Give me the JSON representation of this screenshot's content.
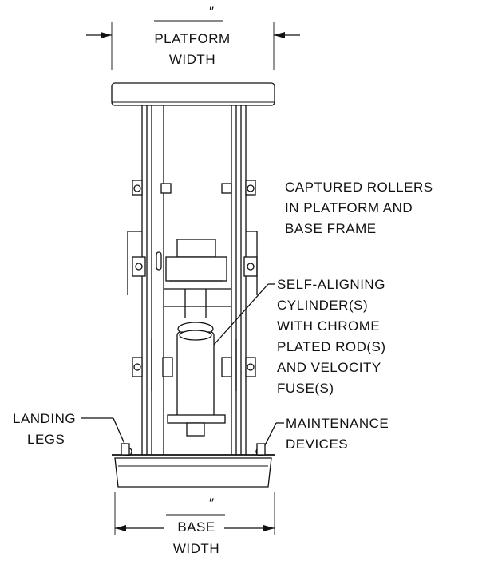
{
  "labels": {
    "platform_width_mark": "″",
    "platform_width_line1": "PLATFORM",
    "platform_width_line2": "WIDTH",
    "rollers_line1": "CAPTURED ROLLERS",
    "rollers_line2": "IN PLATFORM AND",
    "rollers_line3": "BASE FRAME",
    "cylinder_line1": "SELF-ALIGNING",
    "cylinder_line2": "CYLINDER(S)",
    "cylinder_line3": "WITH CHROME",
    "cylinder_line4": "PLATED ROD(S)",
    "cylinder_line5": "AND VELOCITY",
    "cylinder_line6": "FUSE(S)",
    "landing_line1": "LANDING",
    "landing_line2": "LEGS",
    "maint_line1": "MAINTENANCE",
    "maint_line2": "DEVICES",
    "base_width_mark": "″",
    "base_width_line1": "BASE",
    "base_width_line2": "WIDTH"
  }
}
